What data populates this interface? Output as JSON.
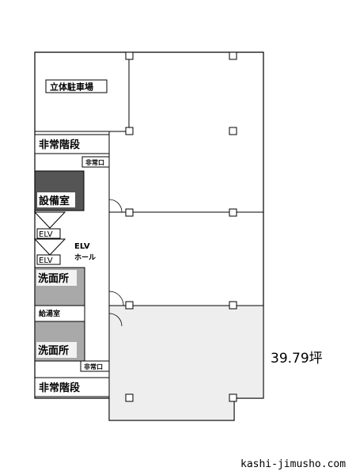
{
  "labels": {
    "parking": "立体駐車場",
    "stairs_top": "非常階段",
    "exit_top": "非常口",
    "equipment": "設備室",
    "elv1": "ELV",
    "elv2": "ELV",
    "elv_hall_line1": "ELV",
    "elv_hall_line2": "ホール",
    "washroom1": "洗面所",
    "kitchenette": "給湯室",
    "washroom2": "洗面所",
    "exit_bottom": "非常口",
    "stairs_bottom": "非常階段"
  },
  "area": "39.79坪",
  "site": "kashi-jimusho.com",
  "colors": {
    "highlight_fill": "#eeeeee",
    "equipment_fill": "#555555",
    "washroom_fill": "#a9a9a9",
    "line": "#000000"
  }
}
